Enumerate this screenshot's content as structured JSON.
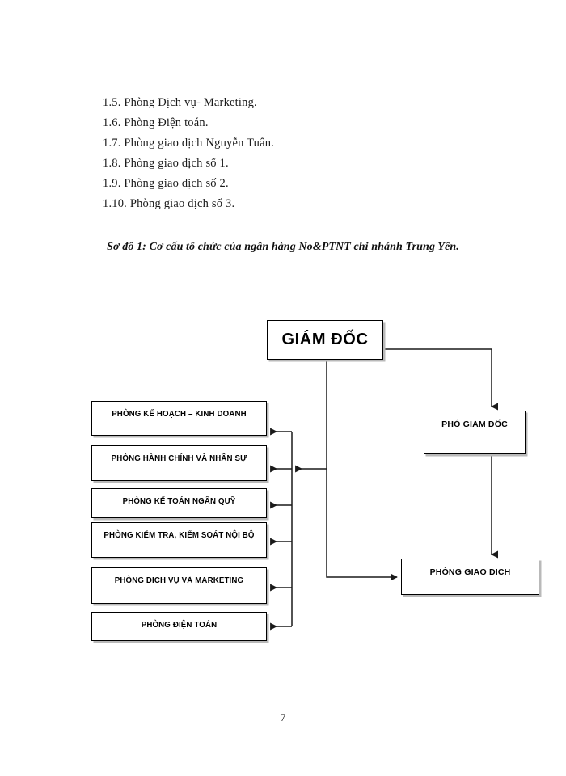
{
  "document": {
    "page_number": "7"
  },
  "list": {
    "items": [
      "1.5. Phòng Dịch vụ- Marketing.",
      "1.6. Phòng Điện toán.",
      "1.7. Phòng giao dịch Nguyễn Tuân.",
      "1.8. Phòng giao dịch số 1.",
      "1.9. Phòng giao dịch số 2.",
      "1.10. Phòng giao dịch số 3."
    ]
  },
  "caption": {
    "text": "Sơ đồ 1: Cơ cấu tổ chức của ngân hàng No&PTNT chi nhánh Trung Yên."
  },
  "diagram": {
    "director": "GIÁM ĐỐC",
    "deputy_director": "PHÓ GIÁM ĐỐC",
    "transaction_office": "PHÒNG GIAO DỊCH",
    "departments": [
      "PHÒNG KẾ HOẠCH – KINH DOANH",
      "PHÒNG HÀNH CHÍNH VÀ NHÂN SỰ",
      "PHÒNG KẾ TOÁN NGÂN QUỸ",
      "PHÒNG KIỂM TRA, KIỂM SOÁT NỘI BỘ",
      "PHÒNG DỊCH VỤ VÀ MARKETING",
      "PHÒNG ĐIỆN TOÁN"
    ],
    "colors": {
      "line": "#1a1a1a",
      "box_border": "#000000",
      "box_shadow": "#b9b9b9",
      "background": "#ffffff"
    }
  }
}
